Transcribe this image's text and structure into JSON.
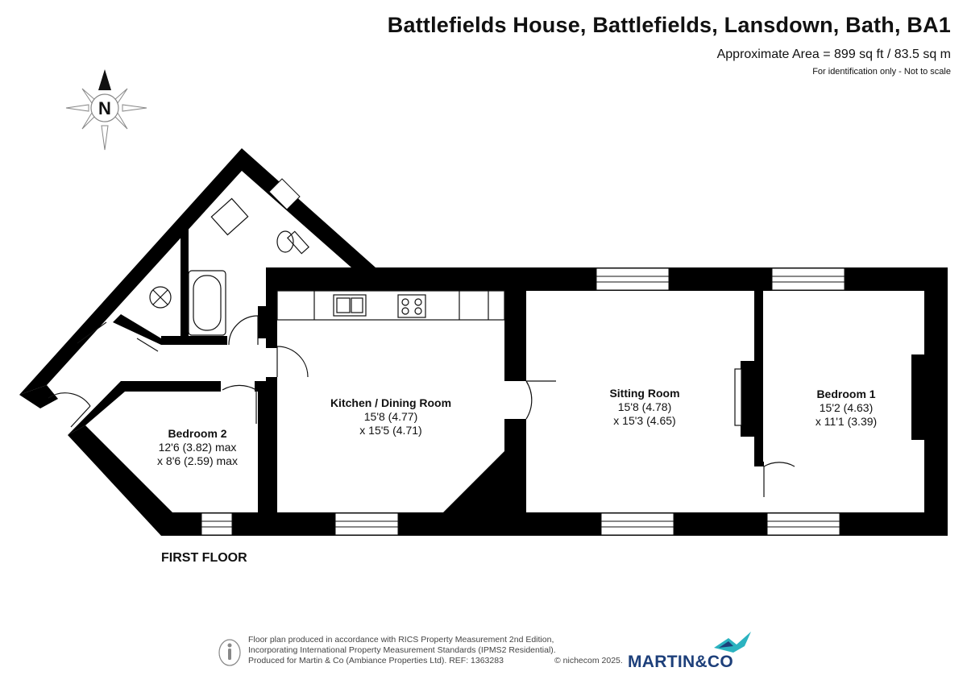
{
  "header": {
    "title": "Battlefields House, Battlefields, Lansdown, Bath, BA1",
    "area": "Approximate Area = 899 sq ft / 83.5 sq m",
    "scale_note": "For identification only - Not to scale"
  },
  "compass": {
    "label": "N"
  },
  "rooms": {
    "kitchen": {
      "name": "Kitchen / Dining Room",
      "dim1": "15'8 (4.77)",
      "dim2": "x 15'5 (4.71)"
    },
    "sitting": {
      "name": "Sitting Room",
      "dim1": "15'8 (4.78)",
      "dim2": "x 15'3 (4.65)"
    },
    "bedroom1": {
      "name": "Bedroom 1",
      "dim1": "15'2 (4.63)",
      "dim2": "x 11'1 (3.39)"
    },
    "bedroom2": {
      "name": "Bedroom 2",
      "dim1": "12'6 (3.82) max",
      "dim2": "x 8'6 (2.59) max"
    }
  },
  "floor_label": "FIRST FLOOR",
  "footer": {
    "line1": "Floor plan produced in accordance with RICS Property Measurement 2nd Edition,",
    "line2": "Incorporating International Property Measurement Standards (IPMS2 Residential).",
    "line3": "Produced for Martin & Co (Ambiance Properties Ltd).   REF:  1363283",
    "copyright": "© nichecom 2025.",
    "brand": "MARTIN&CO"
  },
  "colors": {
    "wall": "#000000",
    "brand_blue": "#1d3f7a",
    "brand_teal": "#2bb3c0"
  }
}
